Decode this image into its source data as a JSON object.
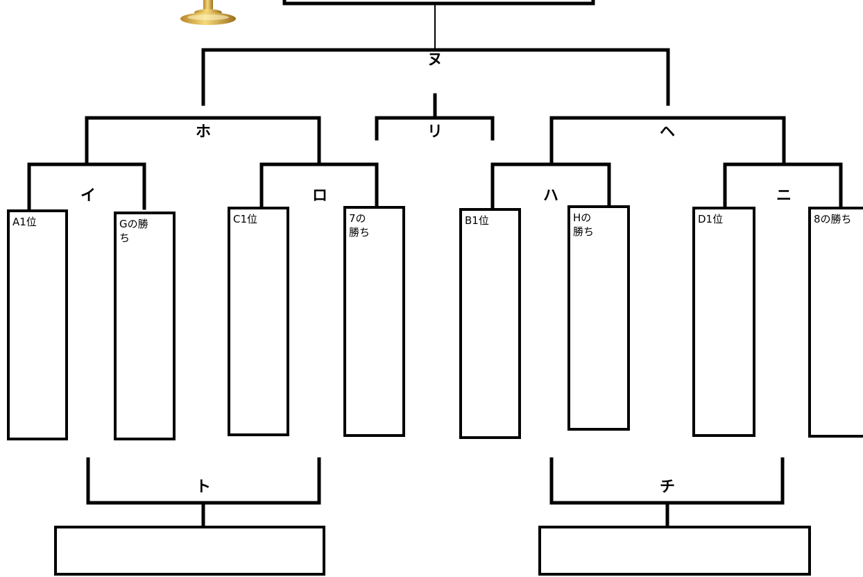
{
  "bracket": {
    "matches": {
      "i": "イ",
      "ro": "ロ",
      "ha": "ハ",
      "ni": "ニ",
      "ho": "ホ",
      "he": "ヘ",
      "to": "ト",
      "chi": "チ",
      "ri": "リ",
      "nu": "ヌ"
    },
    "slots": [
      "A1位",
      "Gの勝\nち",
      "C1位",
      "7の\n勝ち",
      "B1位",
      "Hの\n勝ち",
      "D1位",
      "8の勝ち"
    ]
  },
  "colors": {
    "line": "#000000",
    "background": "#ffffff",
    "trophy_gold": "#d4a830"
  },
  "icons": {
    "trophy": "trophy-icon"
  }
}
